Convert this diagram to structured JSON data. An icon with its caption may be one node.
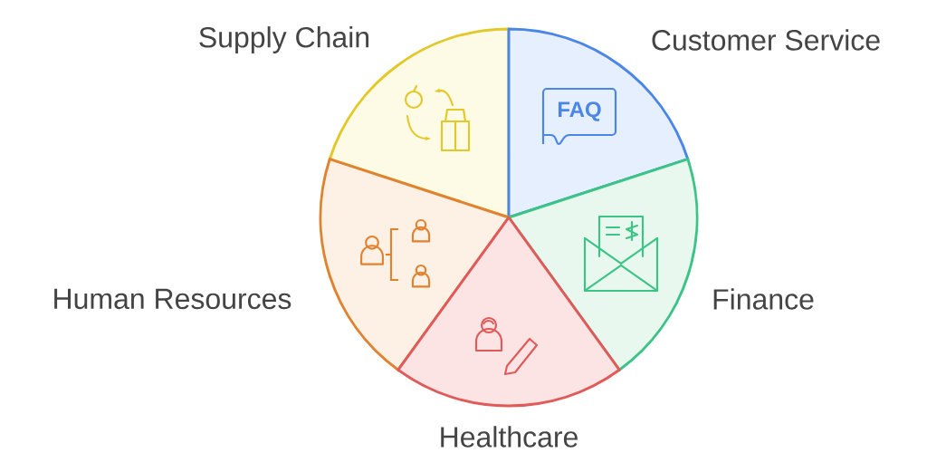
{
  "diagram": {
    "nodes": [
      {
        "text": [
          "Supply Chain"
        ]
      },
      {
        "text": [
          "Customer Service"
        ]
      },
      {
        "text": [
          "Human Resources"
        ]
      },
      {
        "text": [
          "Finance"
        ]
      },
      {
        "text": [
          "Healthcare"
        ]
      }
    ],
    "labels": [
      "FAQ"
    ]
  }
}
